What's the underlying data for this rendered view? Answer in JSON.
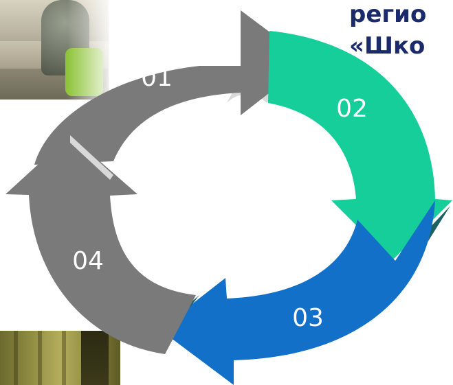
{
  "title": {
    "line1": "регио",
    "line2": "«Шко"
  },
  "cycle": {
    "steps": [
      {
        "label": "01",
        "color": "#7a7a7a"
      },
      {
        "label": "02",
        "color": "#15ce9a"
      },
      {
        "label": "03",
        "color": "#1270c8"
      },
      {
        "label": "04",
        "color": "#7a7a7a"
      }
    ],
    "shadow_color": "#1d6063",
    "highlight_color": "#d9d9d9"
  }
}
